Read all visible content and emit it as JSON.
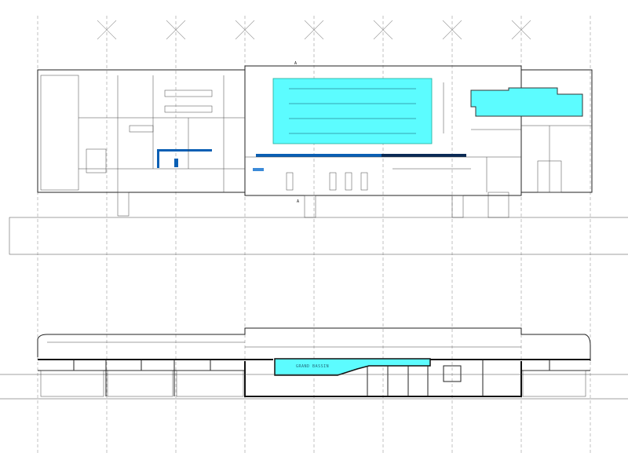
{
  "drawing": {
    "pool_label": "GRAND BASSIN",
    "section_mark_top": "A",
    "section_mark_bottom": "A",
    "colors": {
      "water": "#5cfcff",
      "wall_highlight": "#0a5fb4",
      "wall_dark": "#0a2a55"
    }
  }
}
